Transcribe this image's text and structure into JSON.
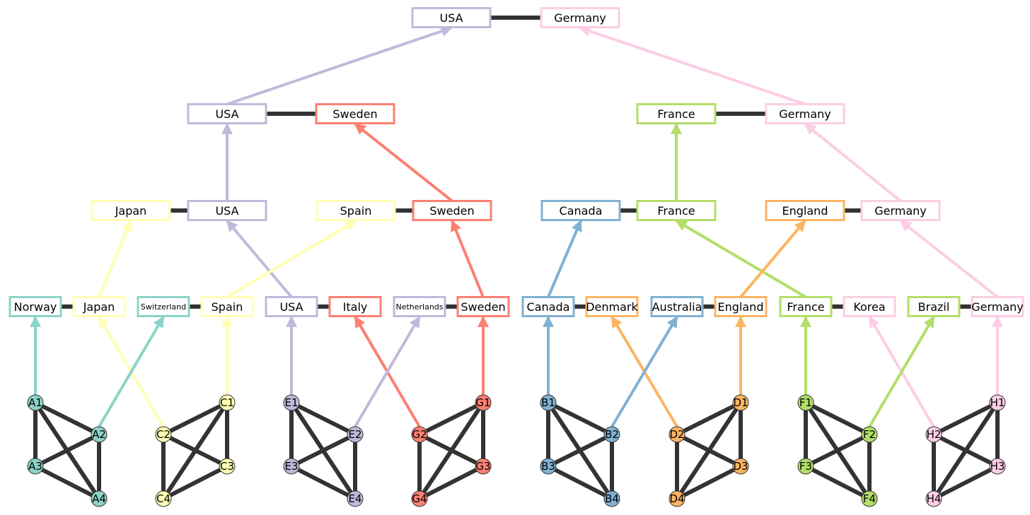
{
  "colors": {
    "teal": "#8dd3c7",
    "yellow": "#ffffb3",
    "purple": "#bebada",
    "red": "#fb8072",
    "blue": "#80b1d3",
    "orange": "#fdb462",
    "green": "#b3de69",
    "pink": "#fccde5",
    "connector": "#333333"
  },
  "groups": [
    {
      "id": "A",
      "color": "teal",
      "nodes": [
        "A1",
        "A2",
        "A3",
        "A4"
      ]
    },
    {
      "id": "C",
      "color": "yellow",
      "nodes": [
        "C1",
        "C2",
        "C3",
        "C4"
      ]
    },
    {
      "id": "E",
      "color": "purple",
      "nodes": [
        "E1",
        "E2",
        "E3",
        "E4"
      ]
    },
    {
      "id": "G",
      "color": "red",
      "nodes": [
        "G1",
        "G2",
        "G3",
        "G4"
      ]
    },
    {
      "id": "B",
      "color": "blue",
      "nodes": [
        "B1",
        "B2",
        "B3",
        "B4"
      ]
    },
    {
      "id": "D",
      "color": "orange",
      "nodes": [
        "D1",
        "D2",
        "D3",
        "D4"
      ]
    },
    {
      "id": "F",
      "color": "green",
      "nodes": [
        "F1",
        "F2",
        "F3",
        "F4"
      ]
    },
    {
      "id": "H",
      "color": "pink",
      "nodes": [
        "H1",
        "H2",
        "H3",
        "H4"
      ]
    }
  ],
  "group_stage": [
    {
      "team": "Norway",
      "color": "teal",
      "from": "A1"
    },
    {
      "team": "Japan",
      "color": "yellow",
      "from": "C2"
    },
    {
      "team": "Switzerland",
      "color": "teal",
      "from": "A2"
    },
    {
      "team": "Spain",
      "color": "yellow",
      "from": "C1"
    },
    {
      "team": "USA",
      "color": "purple",
      "from": "E1"
    },
    {
      "team": "Italy",
      "color": "red",
      "from": "G2"
    },
    {
      "team": "Netherlands",
      "color": "purple",
      "from": "E2"
    },
    {
      "team": "Sweden",
      "color": "red",
      "from": "G1"
    },
    {
      "team": "Canada",
      "color": "blue",
      "from": "B1"
    },
    {
      "team": "Denmark",
      "color": "orange",
      "from": "D2"
    },
    {
      "team": "Australia",
      "color": "blue",
      "from": "B2"
    },
    {
      "team": "England",
      "color": "orange",
      "from": "D1"
    },
    {
      "team": "France",
      "color": "green",
      "from": "F1"
    },
    {
      "team": "Korea",
      "color": "pink",
      "from": "H2"
    },
    {
      "team": "Brazil",
      "color": "green",
      "from": "F2"
    },
    {
      "team": "Germany",
      "color": "pink",
      "from": "H1"
    }
  ],
  "round_of_16_winners": [
    {
      "team": "Japan",
      "color": "yellow"
    },
    {
      "team": "USA",
      "color": "purple"
    },
    {
      "team": "Spain",
      "color": "yellow"
    },
    {
      "team": "Sweden",
      "color": "red"
    },
    {
      "team": "Canada",
      "color": "blue"
    },
    {
      "team": "France",
      "color": "green"
    },
    {
      "team": "England",
      "color": "orange"
    },
    {
      "team": "Germany",
      "color": "pink"
    }
  ],
  "quarterfinal_winners": [
    {
      "team": "USA",
      "color": "purple"
    },
    {
      "team": "Sweden",
      "color": "red"
    },
    {
      "team": "France",
      "color": "green"
    },
    {
      "team": "Germany",
      "color": "pink"
    }
  ],
  "final": [
    {
      "team": "USA",
      "color": "purple"
    },
    {
      "team": "Germany",
      "color": "pink"
    }
  ]
}
